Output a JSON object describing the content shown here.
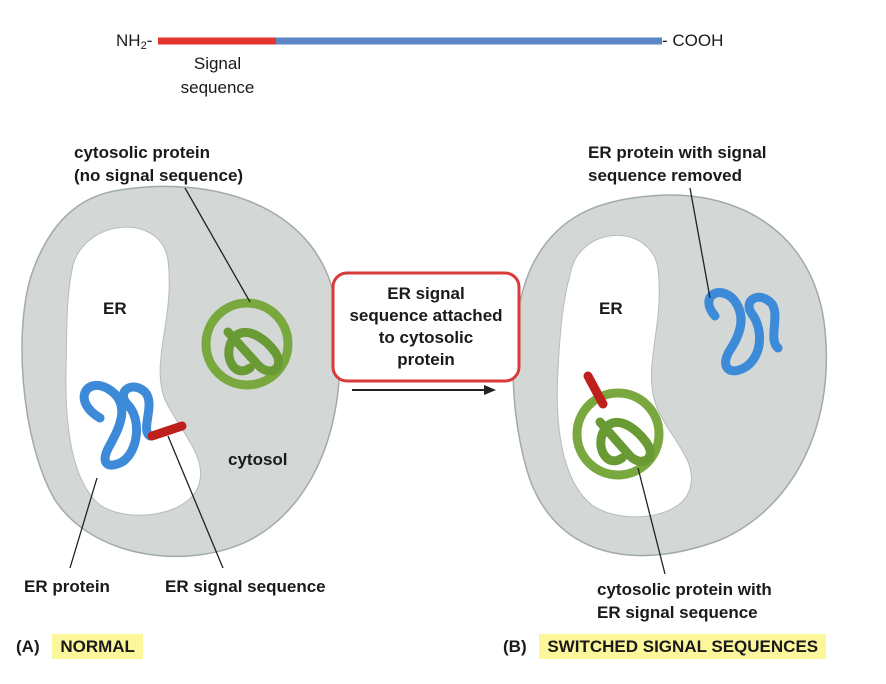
{
  "polypeptide": {
    "n_terminus": "NH",
    "n_terminus_sub": "2",
    "n_terminus_dash": "-",
    "c_terminus": "- COOH",
    "signal_label": [
      "Signal",
      "sequence"
    ],
    "colors": {
      "signal": "#e5342d",
      "body": "#5b85c6"
    }
  },
  "panel_a": {
    "letter": "(A)",
    "title": "NORMAL",
    "er_label": "ER",
    "cytosol_label": "cytosol",
    "cytosolic_protein_label": [
      "cytosolic protein",
      "(no signal sequence)"
    ],
    "er_protein_label": "ER protein",
    "er_signal_label": "ER signal sequence"
  },
  "panel_b": {
    "letter": "(B)",
    "title": "SWITCHED SIGNAL SEQUENCES",
    "er_label": "ER",
    "er_protein_label": [
      "ER protein with signal",
      "sequence removed"
    ],
    "cytosolic_protein_label": [
      "cytosolic protein with",
      "ER signal sequence"
    ]
  },
  "transition_box": {
    "lines": [
      "ER signal",
      "sequence attached",
      "to cytosolic",
      "protein"
    ],
    "border_color": "#d93a3a"
  },
  "colors": {
    "cell": "#d3d8d7",
    "cell_outline": "#9aa2a1",
    "green_protein": "#79a83e",
    "blue_protein": "#3c8ad8",
    "red_signal": "#c0201c",
    "highlight": "#fbf79a"
  }
}
